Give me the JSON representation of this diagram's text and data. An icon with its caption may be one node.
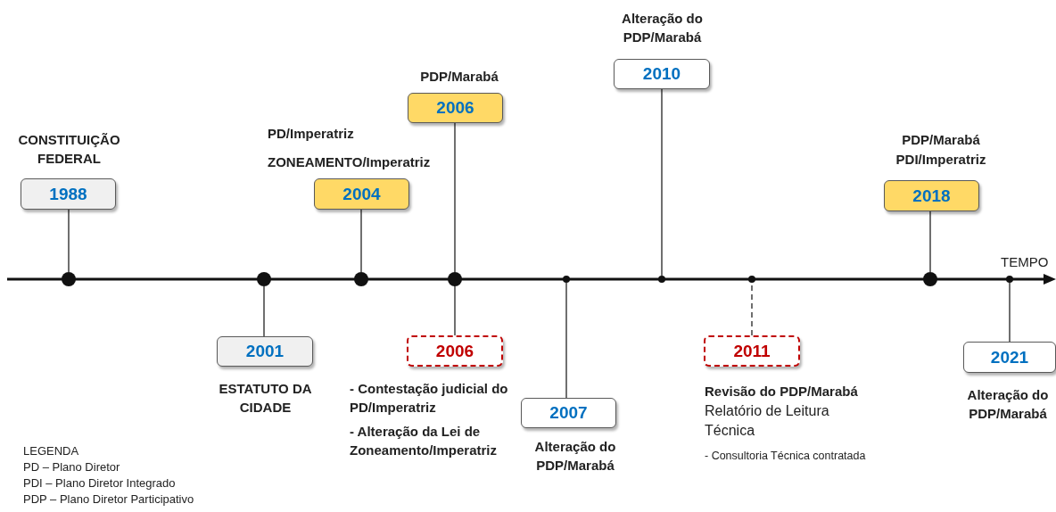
{
  "diagram": {
    "nodes": [
      {
        "text": [
          "1988"
        ],
        "beside": [
          "CONSTITUIÇÃO FEDERAL"
        ]
      },
      {
        "text": [
          "2001"
        ],
        "beside": [
          "ESTATUTO DA CIDADE"
        ]
      },
      {
        "text": [
          "2004"
        ],
        "beside": [
          "PD/Imperatriz",
          "ZONEAMENTO/Imperatriz"
        ]
      },
      {
        "text": [
          "2006"
        ],
        "beside": [
          "PDP/Marabá"
        ]
      },
      {
        "text": [
          "2006"
        ],
        "beside": [
          "- Contestação judicial do PD/Imperatriz",
          "- Alteração da Lei de Zoneamento/Imperatriz"
        ]
      },
      {
        "text": [
          "2007"
        ],
        "beside": [
          "Alteração do PDP/Marabá"
        ]
      },
      {
        "text": [
          "2010"
        ],
        "beside": [
          "Alteração do PDP/Marabá"
        ]
      },
      {
        "text": [
          "2011"
        ],
        "beside": [
          "Revisão do PDP/Marabá",
          "Relatório de Leitura Técnica",
          "- Consultoria Técnica contratada"
        ]
      },
      {
        "text": [
          "2018"
        ],
        "beside": [
          "PDP/Marabá",
          "PDI/Imperatriz"
        ]
      },
      {
        "text": [
          "2021"
        ],
        "beside": [
          "Alteração do PDP/Marabá"
        ]
      },
      {
        "text": [],
        "shape": "circle"
      },
      {
        "text": [],
        "shape": "circle"
      },
      {
        "text": [],
        "shape": "circle"
      },
      {
        "text": [],
        "shape": "circle"
      },
      {
        "text": [],
        "shape": "circle"
      },
      {
        "text": [],
        "shape": "circle"
      },
      {
        "text": [],
        "shape": "circle"
      },
      {
        "text": [],
        "shape": "circle"
      },
      {
        "text": [],
        "shape": "circle"
      }
    ],
    "edges": [
      {
        "from": 0,
        "to": 10,
        "arrow": "none"
      },
      {
        "from": 1,
        "to": 11,
        "arrow": "none"
      },
      {
        "from": 2,
        "to": 12,
        "arrow": "none"
      },
      {
        "from": 3,
        "to": 13,
        "arrow": "none"
      },
      {
        "from": 4,
        "to": 13,
        "arrow": "none"
      },
      {
        "from": 5,
        "to": 14,
        "arrow": "none"
      },
      {
        "from": 6,
        "to": 15,
        "arrow": "none"
      },
      {
        "from": 7,
        "to": 16,
        "arrow": "none",
        "style": "dashed"
      },
      {
        "from": 8,
        "to": 17,
        "arrow": "none"
      },
      {
        "from": 9,
        "to": 18,
        "arrow": "none"
      }
    ],
    "labels": [
      "TEMPO",
      "LEGENDA",
      "PD – Plano Diretor",
      "PDI – Plano Diretor Integrado",
      "PDP – Plano Diretor Participativo"
    ]
  }
}
